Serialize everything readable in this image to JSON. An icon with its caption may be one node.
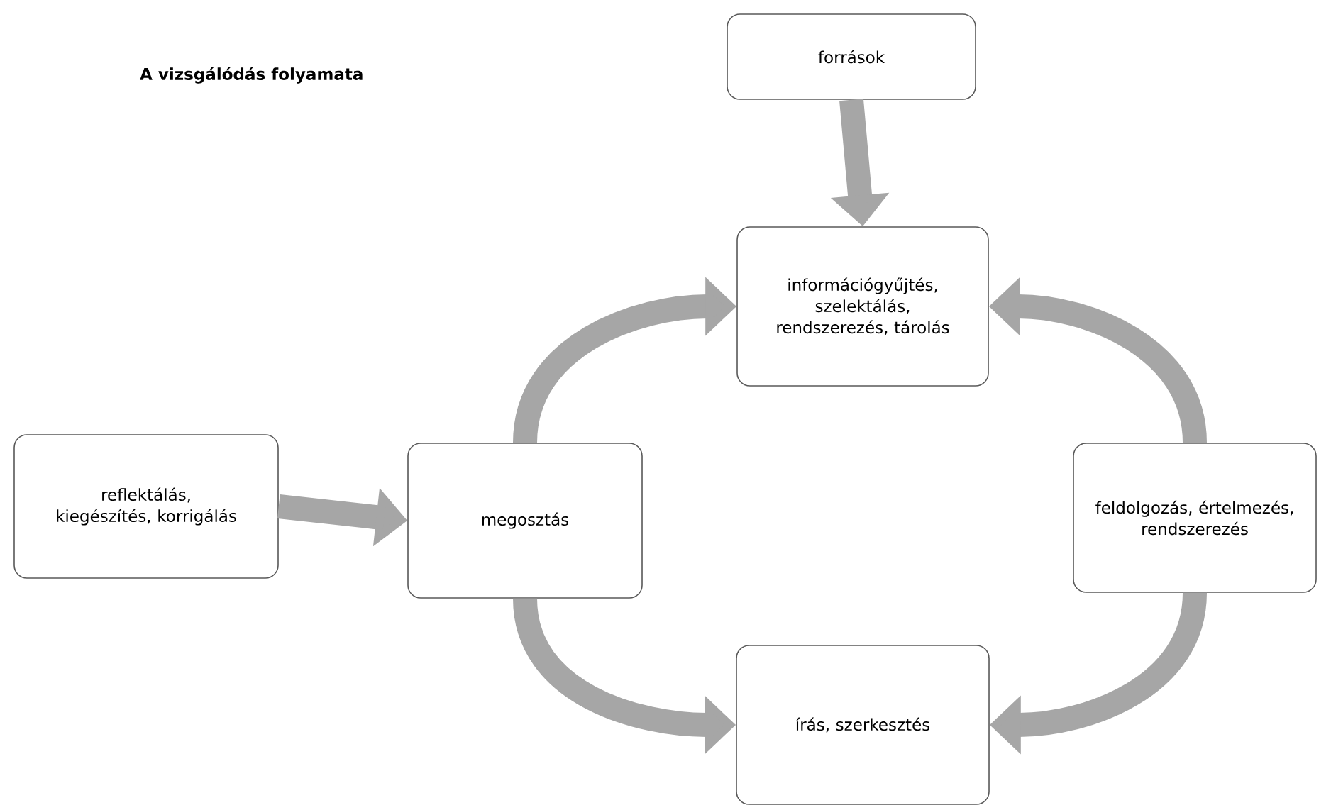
{
  "diagram": {
    "title": "A vizsgálódás folyamata",
    "nodes": [
      {
        "text": [
          "források"
        ]
      },
      {
        "text": [
          "információgyűjtés, szelektálás, rendszerezés, tárolás"
        ]
      },
      {
        "text": [
          "reflektálás, kiegészítés, korrigálás"
        ]
      },
      {
        "text": [
          "megosztás"
        ]
      },
      {
        "text": [
          "feldolgozás, értelmezés, rendszerezés"
        ]
      },
      {
        "text": [
          "írás, szerkesztés"
        ]
      }
    ],
    "edges": [
      {
        "from": 0,
        "to": 1,
        "arrow": "to"
      },
      {
        "from": 2,
        "to": 3,
        "arrow": "to"
      },
      {
        "from": 3,
        "to": 1,
        "arrow": "to"
      },
      {
        "from": 4,
        "to": 1,
        "arrow": "to"
      },
      {
        "from": 4,
        "to": 5,
        "arrow": "to"
      },
      {
        "from": 3,
        "to": 5,
        "arrow": "to"
      }
    ]
  }
}
